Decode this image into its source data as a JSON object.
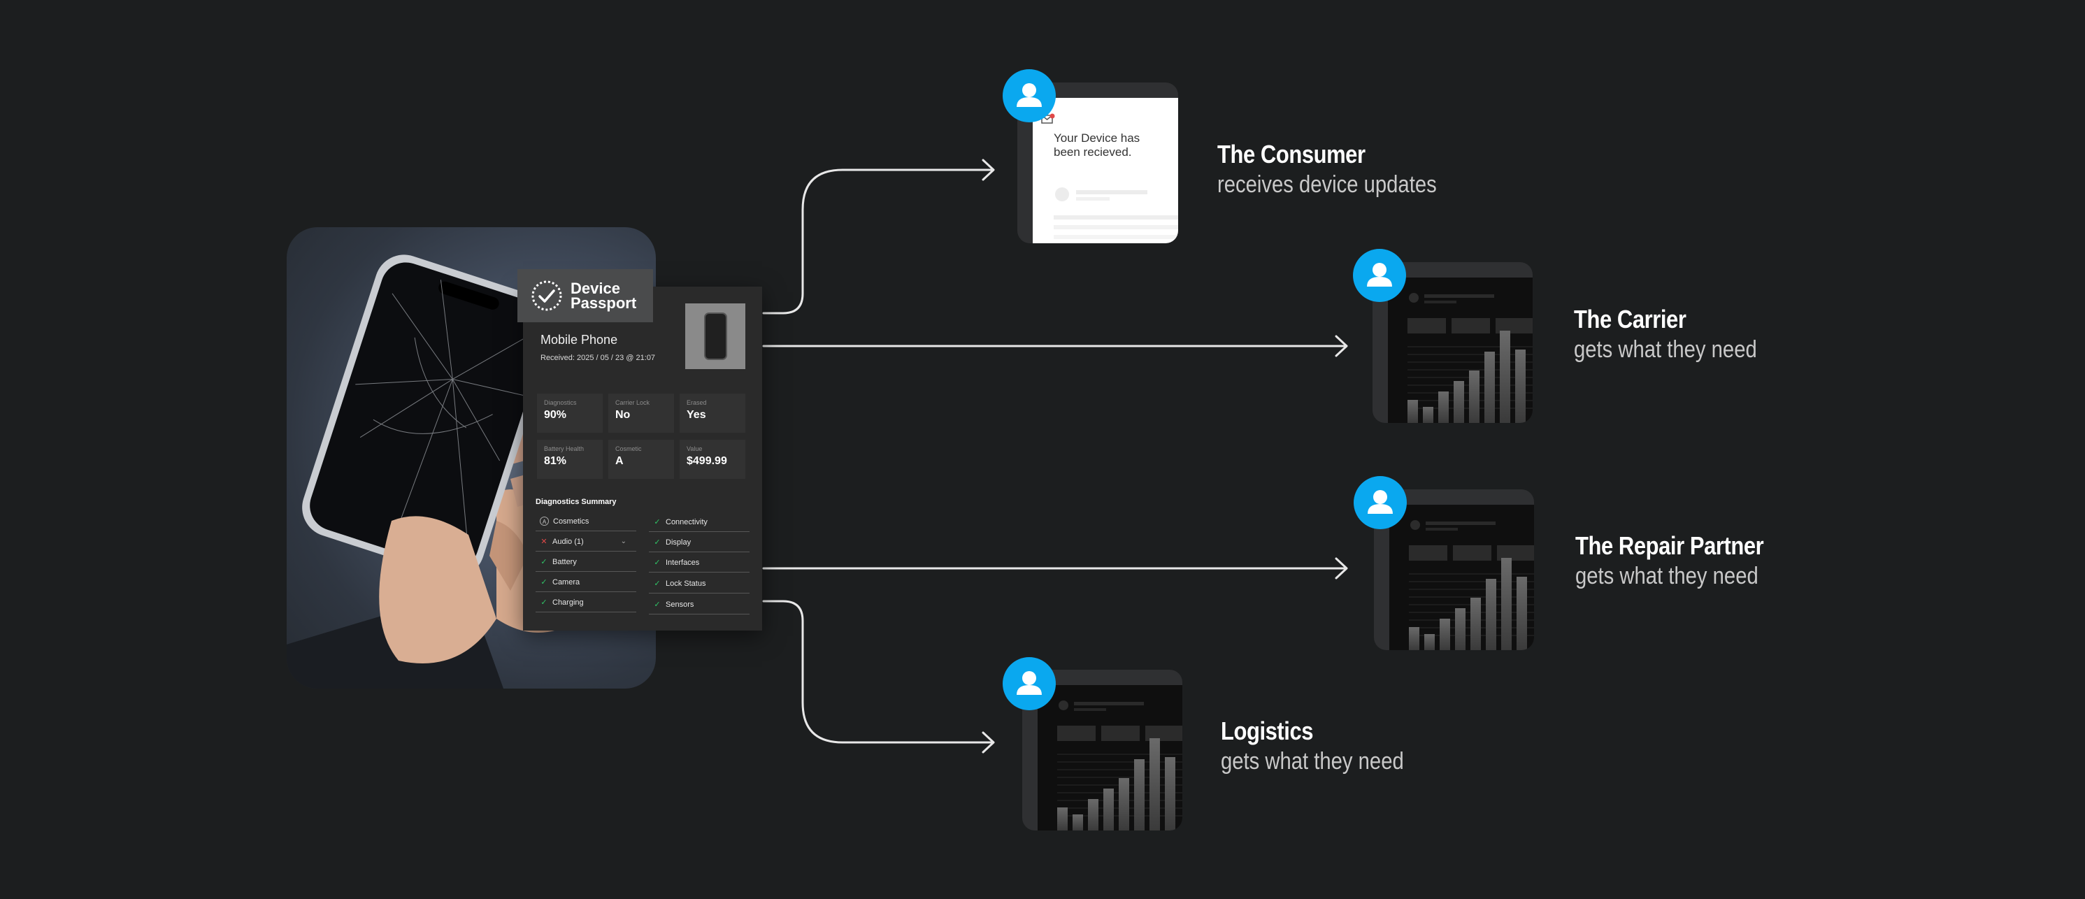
{
  "passport": {
    "brand_line1": "Device",
    "brand_line2": "Passport",
    "device_title": "Mobile Phone",
    "received": "Received: 2025 / 05 / 23 @ 21:07",
    "stats": [
      {
        "label": "Diagnostics",
        "value": "90%"
      },
      {
        "label": "Carrier Lock",
        "value": "No"
      },
      {
        "label": "Erased",
        "value": "Yes"
      },
      {
        "label": "Battery Health",
        "value": "81%"
      },
      {
        "label": "Cosmetic",
        "value": "A"
      },
      {
        "label": "Value",
        "value": "$499.99"
      }
    ],
    "summary_title": "Diagnostics Summary",
    "summary_left": [
      {
        "label": "Cosmetics",
        "status": "grade",
        "grade": "A"
      },
      {
        "label": "Audio (1)",
        "status": "fail"
      },
      {
        "label": "Battery",
        "status": "pass"
      },
      {
        "label": "Camera",
        "status": "pass"
      },
      {
        "label": "Charging",
        "status": "pass"
      }
    ],
    "summary_right": [
      {
        "label": "Connectivity",
        "status": "pass"
      },
      {
        "label": "Display",
        "status": "pass"
      },
      {
        "label": "Interfaces",
        "status": "pass"
      },
      {
        "label": "Lock Status",
        "status": "pass"
      },
      {
        "label": "Sensors",
        "status": "pass"
      }
    ]
  },
  "notification": {
    "text_line1": "Your Device has",
    "text_line2": "been recieved."
  },
  "stakeholders": [
    {
      "title": "The Consumer",
      "subtitle": "receives device updates"
    },
    {
      "title": "The Carrier",
      "subtitle": "gets what they need"
    },
    {
      "title": "The Repair Partner",
      "subtitle": "gets what they need"
    },
    {
      "title": "Logistics",
      "subtitle": "gets what they need"
    }
  ],
  "bar_levels": [
    0.22,
    0.15,
    0.3,
    0.4,
    0.5,
    0.68,
    0.88,
    0.7
  ],
  "colors": {
    "background": "#1c1e1f",
    "avatar": "#0aa8ef",
    "pass": "#2fc467",
    "fail": "#e04848",
    "connector": "#e8e8e8"
  },
  "icons": {
    "avatar": "person-icon",
    "pass": "check-icon",
    "fail": "x-icon",
    "brand": "badge-check-icon",
    "notification": "mail-icon"
  }
}
